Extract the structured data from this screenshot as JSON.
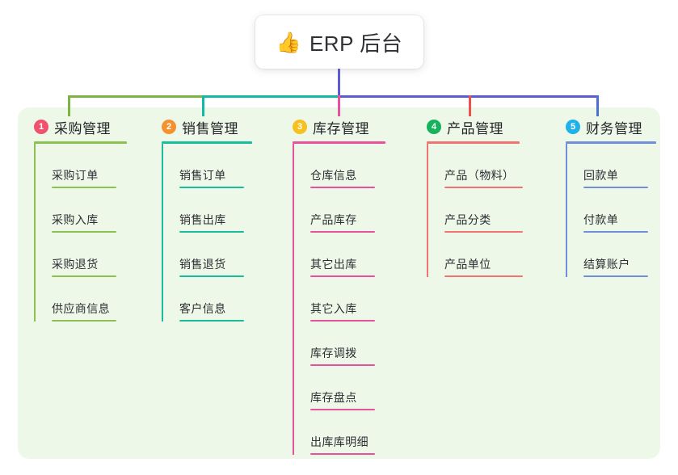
{
  "root": {
    "icon": "thumbs-up-icon",
    "icon_glyph": "👍",
    "title": "ERP 后台"
  },
  "palette": {
    "panel_bg": "#eef8e9",
    "page_bg": "#ffffff",
    "root_stem": "#5b5bd6",
    "trunk_left_green": "#7cb342",
    "trunk_mid_teal": "#14b8a6",
    "trunk_right_indigo": "#5b5bd6",
    "col1": "#8cc152",
    "col2": "#1abc9c",
    "col3": "#e8519b",
    "col4": "#f07470",
    "col5": "#6f8fd8"
  },
  "columns": [
    {
      "index": "1",
      "badge_color": "#f0526d",
      "title": "采购管理",
      "accent": "#8cc152",
      "underline_color": "#8cc152",
      "connector_color": "#7cb342",
      "items": [
        {
          "label": "采购订单"
        },
        {
          "label": "采购入库"
        },
        {
          "label": "采购退货"
        },
        {
          "label": "供应商信息"
        }
      ]
    },
    {
      "index": "2",
      "badge_color": "#f5912e",
      "title": "销售管理",
      "accent": "#1abc9c",
      "underline_color": "#1abc9c",
      "connector_color": "#14b8a6",
      "items": [
        {
          "label": "销售订单"
        },
        {
          "label": "销售出库"
        },
        {
          "label": "销售退货"
        },
        {
          "label": "客户信息"
        }
      ]
    },
    {
      "index": "3",
      "badge_color": "#f5c020",
      "title": "库存管理",
      "accent": "#e8519b",
      "underline_color": "#e8519b",
      "connector_color": "#e8519b",
      "items": [
        {
          "label": "仓库信息"
        },
        {
          "label": "产品库存"
        },
        {
          "label": "其它出库"
        },
        {
          "label": "其它入库"
        },
        {
          "label": "库存调拨"
        },
        {
          "label": "库存盘点"
        },
        {
          "label": "出库库明细"
        }
      ]
    },
    {
      "index": "4",
      "badge_color": "#16b35c",
      "title": "产品管理",
      "accent": "#f07470",
      "underline_color": "#f07470",
      "connector_color": "#f0504c",
      "items": [
        {
          "label": "产品（物料）"
        },
        {
          "label": "产品分类"
        },
        {
          "label": "产品单位"
        }
      ]
    },
    {
      "index": "5",
      "badge_color": "#1eb2e8",
      "title": "财务管理",
      "accent": "#6f8fd8",
      "underline_color": "#6f8fd8",
      "connector_color": "#4f6fd0",
      "items": [
        {
          "label": "回款单"
        },
        {
          "label": "付款单"
        },
        {
          "label": "结算账户"
        }
      ]
    }
  ]
}
